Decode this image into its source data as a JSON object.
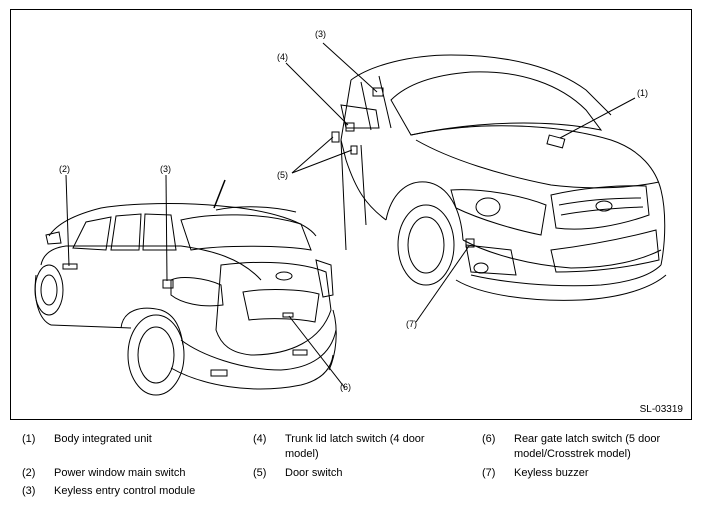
{
  "figure": {
    "id": "SL-03319",
    "callouts": {
      "c1": "(1)",
      "c2": "(2)",
      "c3_left": "(3)",
      "c3_right": "(3)",
      "c4": "(4)",
      "c5": "(5)",
      "c6": "(6)",
      "c7": "(7)"
    }
  },
  "legend": [
    {
      "num": "(1)",
      "text": "Body integrated unit"
    },
    {
      "num": "(2)",
      "text": "Power window main switch"
    },
    {
      "num": "(3)",
      "text": "Keyless entry control module"
    },
    {
      "num": "(4)",
      "text": "Trunk lid latch switch (4 door model)"
    },
    {
      "num": "(5)",
      "text": "Door switch"
    },
    {
      "num": "(6)",
      "text": "Rear gate latch switch (5 door model/Crosstrek model)"
    },
    {
      "num": "(7)",
      "text": "Keyless buzzer"
    }
  ]
}
